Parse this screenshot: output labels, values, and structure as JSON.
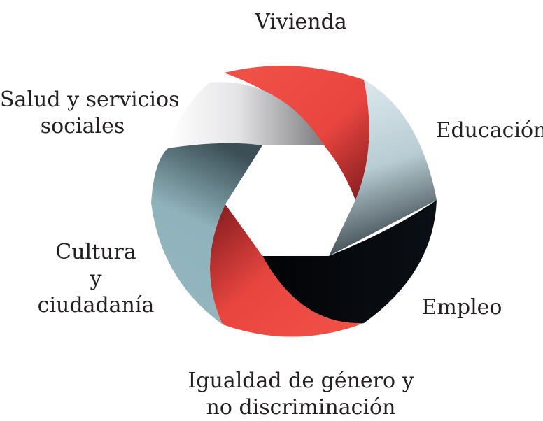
{
  "diagram": {
    "segments": [
      {
        "name": "vivienda",
        "label_lines": [
          "Vivienda"
        ]
      },
      {
        "name": "educacion",
        "label_lines": [
          "Educación"
        ]
      },
      {
        "name": "empleo",
        "label_lines": [
          "Empleo"
        ]
      },
      {
        "name": "igualdad",
        "label_lines": [
          "Igualdad de género y",
          "no discriminación"
        ]
      },
      {
        "name": "cultura",
        "label_lines": [
          "Cultura",
          "y",
          "ciudadanía"
        ]
      },
      {
        "name": "salud",
        "label_lines": [
          "Salud y servicios",
          "sociales"
        ]
      }
    ],
    "colors": {
      "red": "#ee4b44",
      "red_dark": "#7f1a1e",
      "light_blue": "#d4e4ea",
      "slate": "#2f3b40",
      "black": "#05080c",
      "steel_blue": "#8fb2bb",
      "steel_dark": "#3c4f56",
      "white_silver": "#f5f5f6",
      "silver_dark": "#8a8a8e"
    }
  }
}
